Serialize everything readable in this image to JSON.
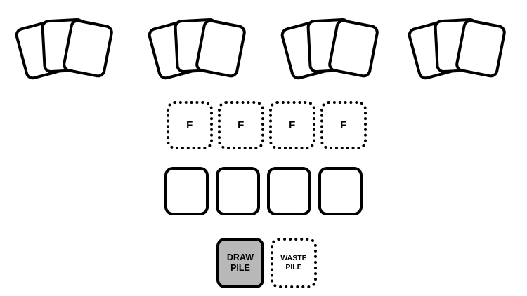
{
  "board": {
    "background_color": "#ffffff",
    "line_color": "#000000"
  },
  "hands": {
    "count": 4,
    "cards_per_hand": 3,
    "left_positions": [
      28,
      217,
      406,
      587
    ],
    "items": [
      {
        "name": "player-hand-1",
        "cards": [
          "card-back",
          "card-back",
          "card-back"
        ]
      },
      {
        "name": "player-hand-2",
        "cards": [
          "card-back",
          "card-back",
          "card-back"
        ]
      },
      {
        "name": "player-hand-3",
        "cards": [
          "card-back",
          "card-back",
          "card-back"
        ]
      },
      {
        "name": "player-hand-4",
        "cards": [
          "card-back",
          "card-back",
          "card-back"
        ]
      }
    ]
  },
  "foundations": {
    "left_positions": [
      237,
      310,
      383,
      456
    ],
    "items": [
      {
        "label": "F"
      },
      {
        "label": "F"
      },
      {
        "label": "F"
      },
      {
        "label": "F"
      }
    ]
  },
  "tableau": {
    "left_positions": [
      234,
      307,
      380,
      453
    ],
    "items": [
      {
        "label": ""
      },
      {
        "label": ""
      },
      {
        "label": ""
      },
      {
        "label": ""
      }
    ]
  },
  "draw_pile": {
    "line1": "DRAW",
    "line2": "PILE",
    "fill_color": "#b8b8b8"
  },
  "waste_pile": {
    "line1": "WASTE",
    "line2": "PILE",
    "fill_color": "#ffffff"
  }
}
